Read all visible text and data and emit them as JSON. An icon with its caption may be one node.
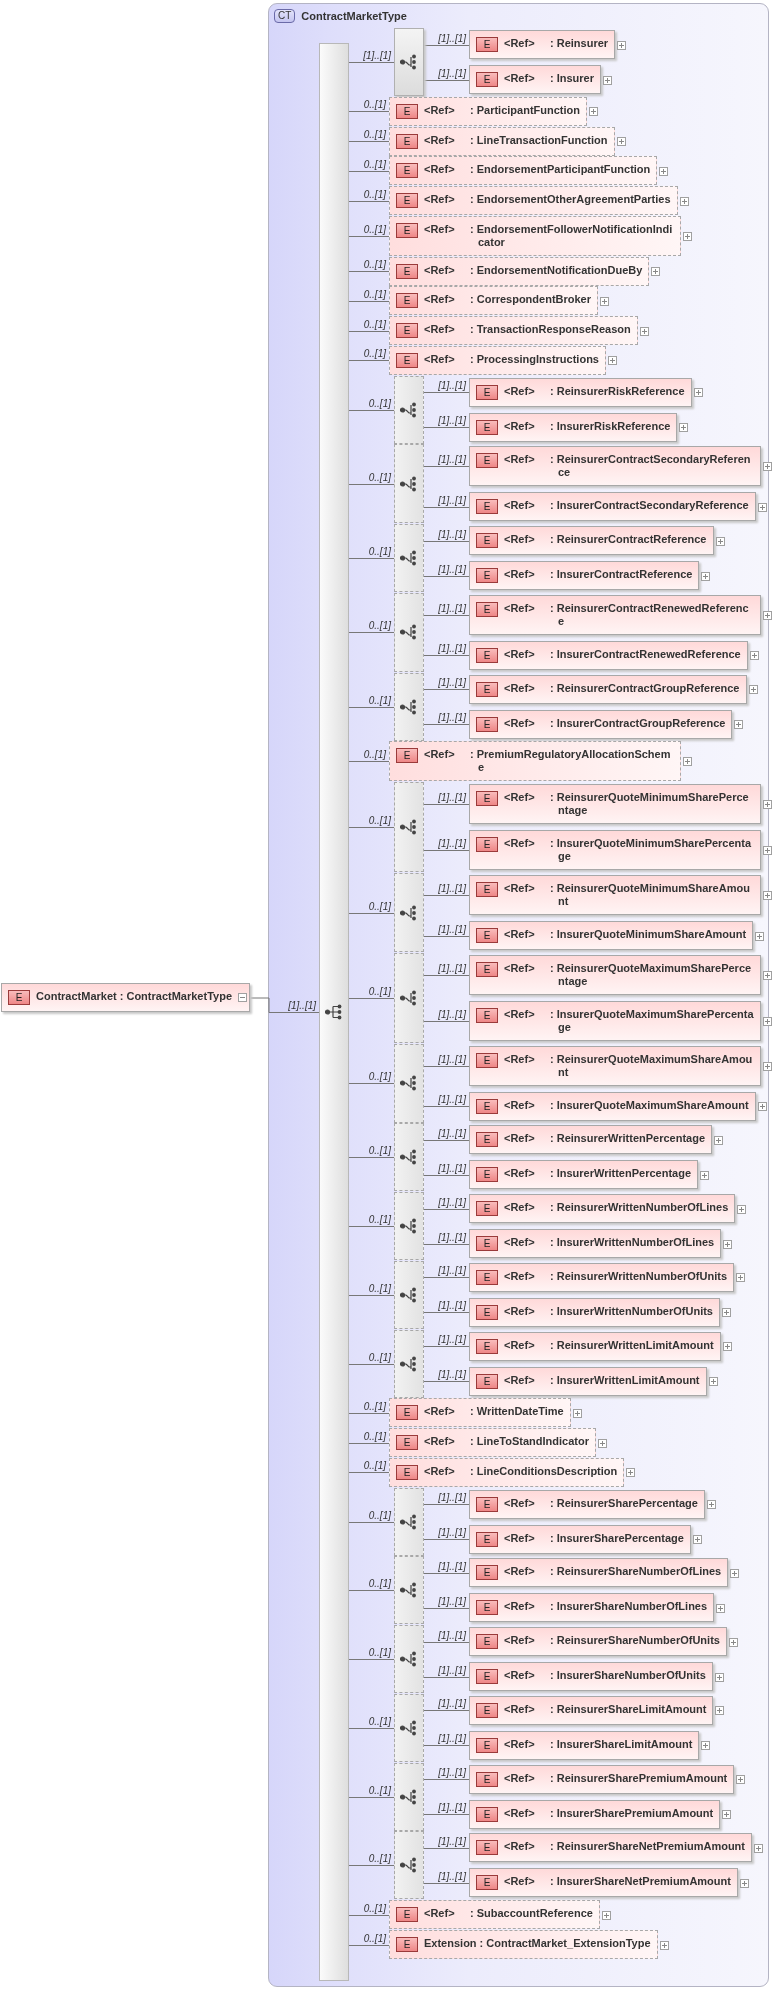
{
  "diagram": {
    "nodes": [
      {
        "text": [
          "E",
          "ContractMarket : ContractMarketType"
        ]
      },
      {
        "text": [
          "CT",
          "ContractMarketType"
        ]
      },
      {
        "text": [],
        "shape": "bar",
        "in": 1
      },
      {
        "text": [],
        "shape": "box",
        "in": 1
      },
      {
        "text": [
          "E",
          "<Ref>",
          ": Reinsurer"
        ],
        "in": 1
      },
      {
        "text": [
          "E",
          "<Ref>",
          ": Insurer"
        ],
        "in": 1
      },
      {
        "text": [
          "E",
          "<Ref>",
          ": ParticipantFunction"
        ],
        "in": 1
      },
      {
        "text": [
          "E",
          "<Ref>",
          ": LineTransactionFunction"
        ],
        "in": 1
      },
      {
        "text": [
          "E",
          "<Ref>",
          ": EndorsementParticipantFunction"
        ],
        "in": 1
      },
      {
        "text": [
          "E",
          "<Ref>",
          ": EndorsementOtherAgreementParties"
        ],
        "in": 1
      },
      {
        "text": [
          "E",
          "<Ref>",
          ": EndorsementFollowerNotificationIndicator"
        ],
        "in": 1
      },
      {
        "text": [
          "E",
          "<Ref>",
          ": EndorsementNotificationDueBy"
        ],
        "in": 1
      },
      {
        "text": [
          "E",
          "<Ref>",
          ": CorrespondentBroker"
        ],
        "in": 1
      },
      {
        "text": [
          "E",
          "<Ref>",
          ": TransactionResponseReason"
        ],
        "in": 1
      },
      {
        "text": [
          "E",
          "<Ref>",
          ": ProcessingInstructions"
        ],
        "in": 1
      },
      {
        "text": [],
        "shape": "box",
        "in": 1
      },
      {
        "text": [
          "E",
          "<Ref>",
          ": ReinsurerRiskReference"
        ],
        "in": 1
      },
      {
        "text": [
          "E",
          "<Ref>",
          ": InsurerRiskReference"
        ],
        "in": 1
      },
      {
        "text": [],
        "shape": "box",
        "in": 1
      },
      {
        "text": [
          "E",
          "<Ref>",
          ": ReinsurerContractSecondaryReference"
        ],
        "in": 1
      },
      {
        "text": [
          "E",
          "<Ref>",
          ": InsurerContractSecondaryReference"
        ],
        "in": 1
      },
      {
        "text": [],
        "shape": "box",
        "in": 1
      },
      {
        "text": [
          "E",
          "<Ref>",
          ": ReinsurerContractReference"
        ],
        "in": 1
      },
      {
        "text": [
          "E",
          "<Ref>",
          ": InsurerContractReference"
        ],
        "in": 1
      },
      {
        "text": [],
        "shape": "box",
        "in": 1
      },
      {
        "text": [
          "E",
          "<Ref>",
          ": ReinsurerContractRenewedReference"
        ],
        "in": 1
      },
      {
        "text": [
          "E",
          "<Ref>",
          ": InsurerContractRenewedReference"
        ],
        "in": 1
      },
      {
        "text": [],
        "shape": "box",
        "in": 1
      },
      {
        "text": [
          "E",
          "<Ref>",
          ": ReinsurerContractGroupReference"
        ],
        "in": 1
      },
      {
        "text": [
          "E",
          "<Ref>",
          ": InsurerContractGroupReference"
        ],
        "in": 1
      },
      {
        "text": [
          "E",
          "<Ref>",
          ": PremiumRegulatoryAllocationScheme"
        ],
        "in": 1
      },
      {
        "text": [],
        "shape": "box",
        "in": 1
      },
      {
        "text": [
          "E",
          "<Ref>",
          ": ReinsurerQuoteMinimumSharePercentage"
        ],
        "in": 1
      },
      {
        "text": [
          "E",
          "<Ref>",
          ": InsurerQuoteMinimumSharePercentage"
        ],
        "in": 1
      },
      {
        "text": [],
        "shape": "box",
        "in": 1
      },
      {
        "text": [
          "E",
          "<Ref>",
          ": ReinsurerQuoteMinimumShareAmount"
        ],
        "in": 1
      },
      {
        "text": [
          "E",
          "<Ref>",
          ": InsurerQuoteMinimumShareAmount"
        ],
        "in": 1
      },
      {
        "text": [],
        "shape": "box",
        "in": 1
      },
      {
        "text": [
          "E",
          "<Ref>",
          ": ReinsurerQuoteMaximumSharePercentage"
        ],
        "in": 1
      },
      {
        "text": [
          "E",
          "<Ref>",
          ": InsurerQuoteMaximumSharePercentage"
        ],
        "in": 1
      },
      {
        "text": [],
        "shape": "box",
        "in": 1
      },
      {
        "text": [
          "E",
          "<Ref>",
          ": ReinsurerQuoteMaximumShareAmount"
        ],
        "in": 1
      },
      {
        "text": [
          "E",
          "<Ref>",
          ": InsurerQuoteMaximumShareAmount"
        ],
        "in": 1
      },
      {
        "text": [],
        "shape": "box",
        "in": 1
      },
      {
        "text": [
          "E",
          "<Ref>",
          ": ReinsurerWrittenPercentage"
        ],
        "in": 1
      },
      {
        "text": [
          "E",
          "<Ref>",
          ": InsurerWrittenPercentage"
        ],
        "in": 1
      },
      {
        "text": [],
        "shape": "box",
        "in": 1
      },
      {
        "text": [
          "E",
          "<Ref>",
          ": ReinsurerWrittenNumberOfLines"
        ],
        "in": 1
      },
      {
        "text": [
          "E",
          "<Ref>",
          ": InsurerWrittenNumberOfLines"
        ],
        "in": 1
      },
      {
        "text": [],
        "shape": "box",
        "in": 1
      },
      {
        "text": [
          "E",
          "<Ref>",
          ": ReinsurerWrittenNumberOfUnits"
        ],
        "in": 1
      },
      {
        "text": [
          "E",
          "<Ref>",
          ": InsurerWrittenNumberOfUnits"
        ],
        "in": 1
      },
      {
        "text": [],
        "shape": "box",
        "in": 1
      },
      {
        "text": [
          "E",
          "<Ref>",
          ": ReinsurerWrittenLimitAmount"
        ],
        "in": 1
      },
      {
        "text": [
          "E",
          "<Ref>",
          ": InsurerWrittenLimitAmount"
        ],
        "in": 1
      },
      {
        "text": [
          "E",
          "<Ref>",
          ": WrittenDateTime"
        ],
        "in": 1
      },
      {
        "text": [
          "E",
          "<Ref>",
          ": LineToStandIndicator"
        ],
        "in": 1
      },
      {
        "text": [
          "E",
          "<Ref>",
          ": LineConditionsDescription"
        ],
        "in": 1
      },
      {
        "text": [],
        "shape": "box",
        "in": 1
      },
      {
        "text": [
          "E",
          "<Ref>",
          ": ReinsurerSharePercentage"
        ],
        "in": 1
      },
      {
        "text": [
          "E",
          "<Ref>",
          ": InsurerSharePercentage"
        ],
        "in": 1
      },
      {
        "text": [],
        "shape": "box",
        "in": 1
      },
      {
        "text": [
          "E",
          "<Ref>",
          ": ReinsurerShareNumberOfLines"
        ],
        "in": 1
      },
      {
        "text": [
          "E",
          "<Ref>",
          ": InsurerShareNumberOfLines"
        ],
        "in": 1
      },
      {
        "text": [],
        "shape": "box",
        "in": 1
      },
      {
        "text": [
          "E",
          "<Ref>",
          ": ReinsurerShareNumberOfUnits"
        ],
        "in": 1
      },
      {
        "text": [
          "E",
          "<Ref>",
          ": InsurerShareNumberOfUnits"
        ],
        "in": 1
      },
      {
        "text": [],
        "shape": "box",
        "in": 1
      },
      {
        "text": [
          "E",
          "<Ref>",
          ": ReinsurerShareLimitAmount"
        ],
        "in": 1
      },
      {
        "text": [
          "E",
          "<Ref>",
          ": InsurerShareLimitAmount"
        ],
        "in": 1
      },
      {
        "text": [],
        "shape": "box",
        "in": 1
      },
      {
        "text": [
          "E",
          "<Ref>",
          ": ReinsurerSharePremiumAmount"
        ],
        "in": 1
      },
      {
        "text": [
          "E",
          "<Ref>",
          ": InsurerSharePremiumAmount"
        ],
        "in": 1
      },
      {
        "text": [],
        "shape": "box",
        "in": 1
      },
      {
        "text": [
          "E",
          "<Ref>",
          ": ReinsurerShareNetPremiumAmount"
        ],
        "in": 1
      },
      {
        "text": [
          "E",
          "<Ref>",
          ": InsurerShareNetPremiumAmount"
        ],
        "in": 1
      },
      {
        "text": [
          "E",
          "<Ref>",
          ": SubaccountReference"
        ],
        "in": 1
      },
      {
        "text": [
          "E",
          "Extension : ContractMarket_ExtensionType"
        ],
        "in": 1
      }
    ],
    "edges": [
      {
        "from": 0,
        "to": 2,
        "arrow": "none",
        "label": "[1]..[1]"
      },
      {
        "from": 2,
        "to": 3,
        "arrow": "none",
        "label": "[1]..[1]"
      },
      {
        "from": 3,
        "to": 4,
        "arrow": "none",
        "label": "[1]..[1]"
      },
      {
        "from": 3,
        "to": 5,
        "arrow": "none",
        "label": "[1]..[1]"
      },
      {
        "from": 2,
        "to": 6,
        "arrow": "none",
        "label": "0..[1]"
      },
      {
        "from": 2,
        "to": 7,
        "arrow": "none",
        "label": "0..[1]"
      },
      {
        "from": 2,
        "to": 8,
        "arrow": "none",
        "label": "0..[1]"
      },
      {
        "from": 2,
        "to": 9,
        "arrow": "none",
        "label": "0..[1]"
      },
      {
        "from": 2,
        "to": 10,
        "arrow": "none",
        "label": "0..[1]"
      },
      {
        "from": 2,
        "to": 11,
        "arrow": "none",
        "label": "0..[1]"
      },
      {
        "from": 2,
        "to": 12,
        "arrow": "none",
        "label": "0..[1]"
      },
      {
        "from": 2,
        "to": 13,
        "arrow": "none",
        "label": "0..[1]"
      },
      {
        "from": 2,
        "to": 14,
        "arrow": "none",
        "label": "0..[1]"
      },
      {
        "from": 2,
        "to": 15,
        "arrow": "none",
        "label": "0..[1]"
      },
      {
        "from": 15,
        "to": 16,
        "arrow": "none",
        "label": "[1]..[1]"
      },
      {
        "from": 15,
        "to": 17,
        "arrow": "none",
        "label": "[1]..[1]"
      },
      {
        "from": 2,
        "to": 18,
        "arrow": "none",
        "label": "0..[1]"
      },
      {
        "from": 18,
        "to": 19,
        "arrow": "none",
        "label": "[1]..[1]"
      },
      {
        "from": 18,
        "to": 20,
        "arrow": "none",
        "label": "[1]..[1]"
      },
      {
        "from": 2,
        "to": 21,
        "arrow": "none",
        "label": "0..[1]"
      },
      {
        "from": 21,
        "to": 22,
        "arrow": "none",
        "label": "[1]..[1]"
      },
      {
        "from": 21,
        "to": 23,
        "arrow": "none",
        "label": "[1]..[1]"
      },
      {
        "from": 2,
        "to": 24,
        "arrow": "none",
        "label": "0..[1]"
      },
      {
        "from": 24,
        "to": 25,
        "arrow": "none",
        "label": "[1]..[1]"
      },
      {
        "from": 24,
        "to": 26,
        "arrow": "none",
        "label": "[1]..[1]"
      },
      {
        "from": 2,
        "to": 27,
        "arrow": "none",
        "label": "0..[1]"
      },
      {
        "from": 27,
        "to": 28,
        "arrow": "none",
        "label": "[1]..[1]"
      },
      {
        "from": 27,
        "to": 29,
        "arrow": "none",
        "label": "[1]..[1]"
      },
      {
        "from": 2,
        "to": 30,
        "arrow": "none",
        "label": "0..[1]"
      },
      {
        "from": 2,
        "to": 31,
        "arrow": "none",
        "label": "0..[1]"
      },
      {
        "from": 31,
        "to": 32,
        "arrow": "none",
        "label": "[1]..[1]"
      },
      {
        "from": 31,
        "to": 33,
        "arrow": "none",
        "label": "[1]..[1]"
      },
      {
        "from": 2,
        "to": 34,
        "arrow": "none",
        "label": "0..[1]"
      },
      {
        "from": 34,
        "to": 35,
        "arrow": "none",
        "label": "[1]..[1]"
      },
      {
        "from": 34,
        "to": 36,
        "arrow": "none",
        "label": "[1]..[1]"
      },
      {
        "from": 2,
        "to": 37,
        "arrow": "none",
        "label": "0..[1]"
      },
      {
        "from": 37,
        "to": 38,
        "arrow": "none",
        "label": "[1]..[1]"
      },
      {
        "from": 37,
        "to": 39,
        "arrow": "none",
        "label": "[1]..[1]"
      },
      {
        "from": 2,
        "to": 40,
        "arrow": "none",
        "label": "0..[1]"
      },
      {
        "from": 40,
        "to": 41,
        "arrow": "none",
        "label": "[1]..[1]"
      },
      {
        "from": 40,
        "to": 42,
        "arrow": "none",
        "label": "[1]..[1]"
      },
      {
        "from": 2,
        "to": 43,
        "arrow": "none",
        "label": "0..[1]"
      },
      {
        "from": 43,
        "to": 44,
        "arrow": "none",
        "label": "[1]..[1]"
      },
      {
        "from": 43,
        "to": 45,
        "arrow": "none",
        "label": "[1]..[1]"
      },
      {
        "from": 2,
        "to": 46,
        "arrow": "none",
        "label": "0..[1]"
      },
      {
        "from": 46,
        "to": 47,
        "arrow": "none",
        "label": "[1]..[1]"
      },
      {
        "from": 46,
        "to": 48,
        "arrow": "none",
        "label": "[1]..[1]"
      },
      {
        "from": 2,
        "to": 49,
        "arrow": "none",
        "label": "0..[1]"
      },
      {
        "from": 49,
        "to": 50,
        "arrow": "none",
        "label": "[1]..[1]"
      },
      {
        "from": 49,
        "to": 51,
        "arrow": "none",
        "label": "[1]..[1]"
      },
      {
        "from": 2,
        "to": 52,
        "arrow": "none",
        "label": "0..[1]"
      },
      {
        "from": 52,
        "to": 53,
        "arrow": "none",
        "label": "[1]..[1]"
      },
      {
        "from": 52,
        "to": 54,
        "arrow": "none",
        "label": "[1]..[1]"
      },
      {
        "from": 2,
        "to": 55,
        "arrow": "none",
        "label": "0..[1]"
      },
      {
        "from": 2,
        "to": 56,
        "arrow": "none",
        "label": "0..[1]"
      },
      {
        "from": 2,
        "to": 57,
        "arrow": "none",
        "label": "0..[1]"
      },
      {
        "from": 2,
        "to": 58,
        "arrow": "none",
        "label": "0..[1]"
      },
      {
        "from": 58,
        "to": 59,
        "arrow": "none",
        "label": "[1]..[1]"
      },
      {
        "from": 58,
        "to": 60,
        "arrow": "none",
        "label": "[1]..[1]"
      },
      {
        "from": 2,
        "to": 61,
        "arrow": "none",
        "label": "0..[1]"
      },
      {
        "from": 61,
        "to": 62,
        "arrow": "none",
        "label": "[1]..[1]"
      },
      {
        "from": 61,
        "to": 63,
        "arrow": "none",
        "label": "[1]..[1]"
      },
      {
        "from": 2,
        "to": 64,
        "arrow": "none",
        "label": "0..[1]"
      },
      {
        "from": 64,
        "to": 65,
        "arrow": "none",
        "label": "[1]..[1]"
      },
      {
        "from": 64,
        "to": 66,
        "arrow": "none",
        "label": "[1]..[1]"
      },
      {
        "from": 2,
        "to": 67,
        "arrow": "none",
        "label": "0..[1]"
      },
      {
        "from": 67,
        "to": 68,
        "arrow": "none",
        "label": "[1]..[1]"
      },
      {
        "from": 67,
        "to": 69,
        "arrow": "none",
        "label": "[1]..[1]"
      },
      {
        "from": 2,
        "to": 70,
        "arrow": "none",
        "label": "0..[1]"
      },
      {
        "from": 70,
        "to": 71,
        "arrow": "none",
        "label": "[1]..[1]"
      },
      {
        "from": 70,
        "to": 72,
        "arrow": "none",
        "label": "[1]..[1]"
      },
      {
        "from": 2,
        "to": 73,
        "arrow": "none",
        "label": "0..[1]"
      },
      {
        "from": 73,
        "to": 74,
        "arrow": "none",
        "label": "[1]..[1]"
      },
      {
        "from": 73,
        "to": 75,
        "arrow": "none",
        "label": "[1]..[1]"
      },
      {
        "from": 2,
        "to": 76,
        "arrow": "none",
        "label": "0..[1]"
      },
      {
        "from": 2,
        "to": 77,
        "arrow": "none",
        "label": "0..[1]"
      }
    ]
  }
}
